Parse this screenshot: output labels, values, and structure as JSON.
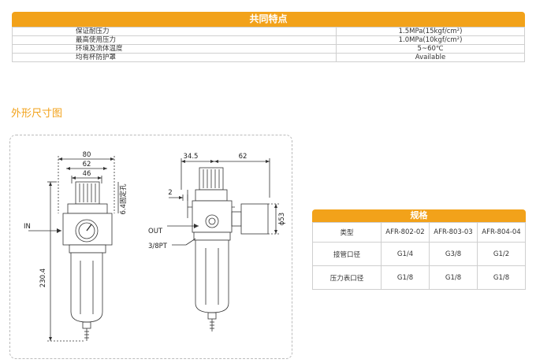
{
  "common_features": {
    "title": "共同特点",
    "rows": [
      {
        "label": "保证耐压力",
        "value": "1.5MPa(15kgf/cm²)"
      },
      {
        "label": "最高使用压力",
        "value": "1.0MPa(10kgf/cm²)"
      },
      {
        "label": "环境及流体温度",
        "value": "5~60℃"
      },
      {
        "label": "均有杯防护罩",
        "value": "Available"
      }
    ]
  },
  "dimensions_section": {
    "title": "外形尺寸图",
    "front_view": {
      "overall_width": "80",
      "body_width": "62",
      "knob_width": "46",
      "height": "230.4",
      "port_label": "IN",
      "mount_hole": "6.4固定孔"
    },
    "side_view": {
      "offset_dim": "34.5",
      "depth_dim": "62",
      "gap_dim": "2",
      "out_label": "OUT",
      "gauge_port_label": "3/8PT",
      "gauge_dia": "ϕ53"
    }
  },
  "specs": {
    "title": "规格",
    "rows": [
      {
        "label": "类型",
        "values": [
          "AFR-802-02",
          "AFR-803-03",
          "AFR-804-04"
        ]
      },
      {
        "label": "接管口径",
        "values": [
          "G1/4",
          "G3/8",
          "G1/2"
        ]
      },
      {
        "label": "压力表口径",
        "values": [
          "G1/8",
          "G1/8",
          "G1/8"
        ]
      }
    ]
  },
  "colors": {
    "accent": "#f2a21a",
    "border": "#cfcfcf",
    "line": "#333333"
  }
}
